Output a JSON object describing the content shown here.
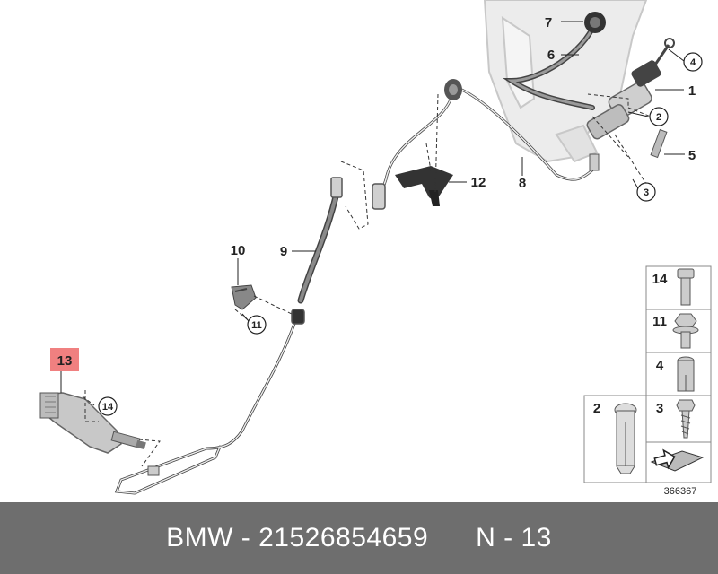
{
  "diagram": {
    "callouts": {
      "p1": "1",
      "p2": "2",
      "p3": "3",
      "p4": "4",
      "p5": "5",
      "p6": "6",
      "p7": "7",
      "p8": "8",
      "p9": "9",
      "p10": "10",
      "p11": "11",
      "p12": "12",
      "p13": "13",
      "p14": "14"
    },
    "highlight_color": "#f08080",
    "legend": {
      "items": [
        {
          "label": "14",
          "icon": "bolt-icon"
        },
        {
          "label": "11",
          "icon": "hex-flange-bolt-icon"
        },
        {
          "label": "4",
          "icon": "sleeve-icon"
        },
        {
          "label": "3",
          "icon": "screw-icon"
        },
        {
          "label": "2",
          "icon": "pin-icon"
        },
        {
          "label": "",
          "icon": "shim-icon"
        }
      ]
    },
    "drawing_code": "366367"
  },
  "footer": {
    "text": "BMW - 21526854659      N - 13",
    "background": "#6e6e6e"
  }
}
